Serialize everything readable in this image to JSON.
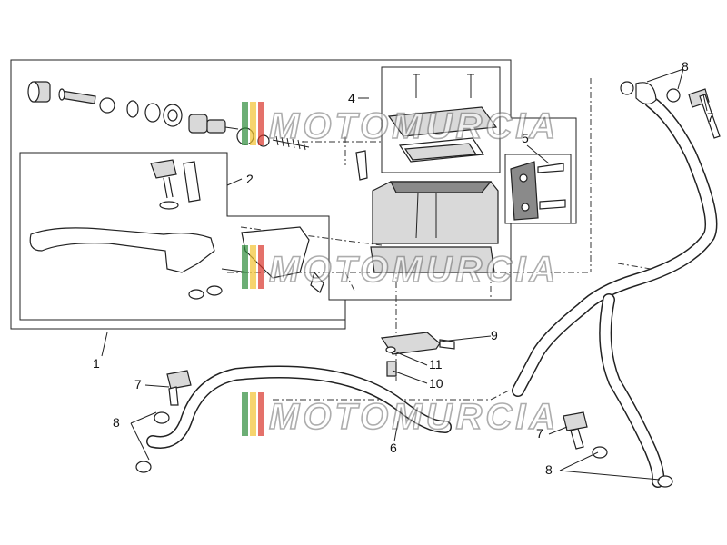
{
  "watermark": {
    "text": "MOTOMURCIA",
    "stripe_colors": [
      "#2e8b3a",
      "#f2c230",
      "#d9342b"
    ]
  },
  "callouts": {
    "c1": "1",
    "c2": "2",
    "c4": "4",
    "c5": "5",
    "c6": "6",
    "c7a": "7",
    "c7b": "7",
    "c7c": "7",
    "c8a": "8",
    "c8b": "8",
    "c8c": "8",
    "c9": "9",
    "c10": "10",
    "c11": "11"
  }
}
